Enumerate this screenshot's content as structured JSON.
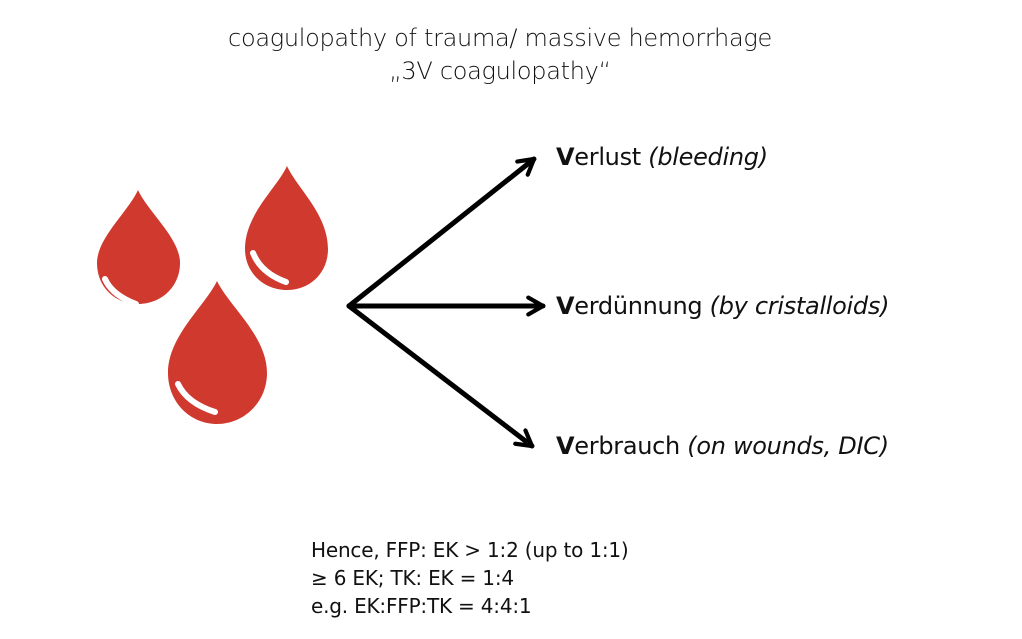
{
  "title": {
    "line1": "coagulopathy of trauma/ massive hemorrhage",
    "line2": "„3V coagulopathy“"
  },
  "colors": {
    "blood": "#D0392E",
    "highlight": "#FFFFFF",
    "arrow": "#000000",
    "text": "#111111"
  },
  "icons": [
    "blood-drop-icon",
    "blood-drop-icon",
    "blood-drop-icon"
  ],
  "causes": [
    {
      "initial": "V",
      "word": "erlust ",
      "explanation": "(bleeding)"
    },
    {
      "initial": "V",
      "word": "erdünnung ",
      "explanation": "(by cristalloids)"
    },
    {
      "initial": "V",
      "word": "erbrauch ",
      "explanation": "(on wounds, DIC)"
    }
  ],
  "notes": [
    "Hence, FFP: EK > 1:2 (up to 1:1)",
    "≥ 6 EK; TK: EK = 1:4",
    "e.g. EK:FFP:TK = 4:4:1"
  ]
}
